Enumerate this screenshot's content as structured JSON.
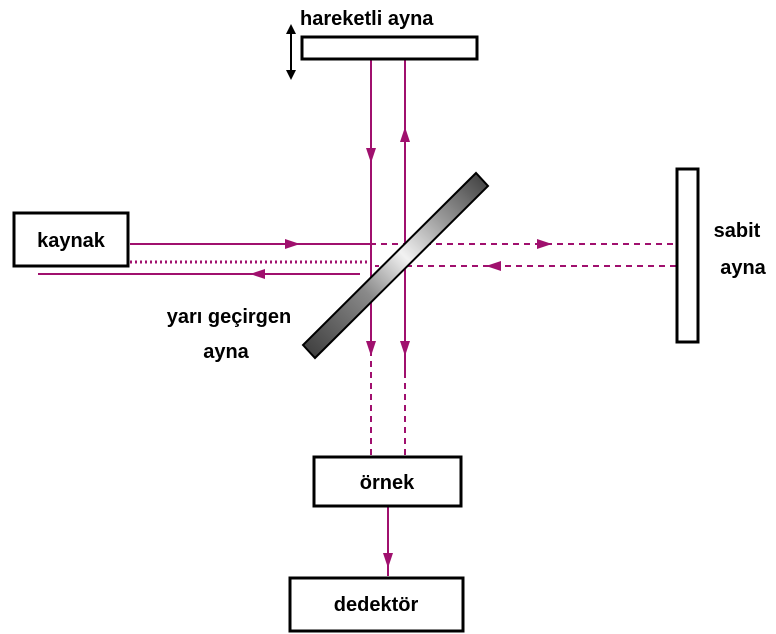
{
  "labels": {
    "moving_mirror": "hareketli ayna",
    "source": "kaynak",
    "fixed_mirror_line1": "sabit",
    "fixed_mirror_line2": "ayna",
    "beamsplitter_line1": "yarı geçirgen",
    "beamsplitter_line2": "ayna",
    "sample": "örnek",
    "detector": "dedektör"
  },
  "colors": {
    "beam": "#a0106e",
    "outline": "#000000",
    "background": "#ffffff"
  }
}
